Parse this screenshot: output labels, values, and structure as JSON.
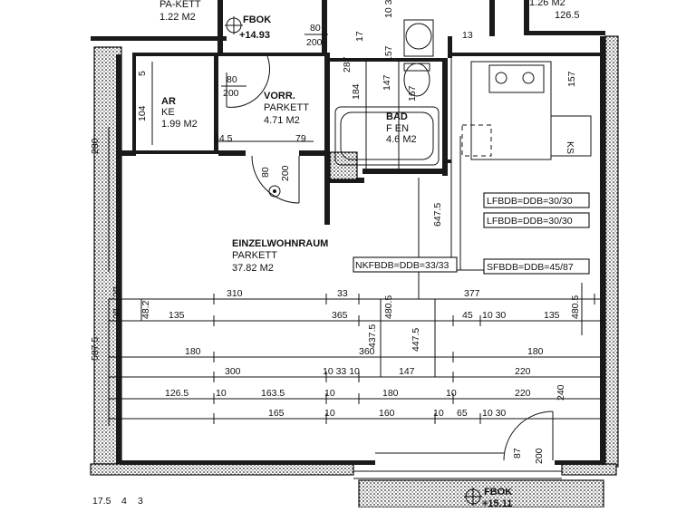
{
  "rooms": {
    "top_left": {
      "floor": "PA-KETT",
      "area": "1.22 M2"
    },
    "top_right": {
      "area1": "1.26 M2",
      "area2": "126.5"
    },
    "ar": {
      "name": "AR",
      "floor": "KE",
      "area": "1.99 M2"
    },
    "vorr": {
      "name": "VORR.",
      "floor": "PARKETT",
      "area": "4.71 M2"
    },
    "bad": {
      "name": "BAD",
      "floor": "F   EN",
      "area": "4.6 M2"
    },
    "living": {
      "name": "EINZELWOHNRAUM",
      "floor": "PARKETT",
      "area": "37.82 M2"
    }
  },
  "levels": {
    "top": {
      "label": "FBOK",
      "value": "+14.93"
    },
    "bottom": {
      "label": "FBOK",
      "value": "+15.11"
    }
  },
  "doors": [
    {
      "w": "80",
      "h": "200"
    },
    {
      "w": "80",
      "h": "200"
    },
    {
      "w": "80",
      "h": "200"
    },
    {
      "w": "87",
      "h": "200"
    }
  ],
  "labels": {
    "l1": "LFBDB=DDB=30/30",
    "l2": "LFBDB=DDB=30/30",
    "nk": "NKFBDB=DDB=33/33",
    "s": "SFBDB=DDB=45/87",
    "ks": "KS"
  },
  "dims": {
    "d_280": "280",
    "d_587": "587.5",
    "d_104": "104",
    "d_5": "5",
    "d_84": "84.5",
    "d_79": "79",
    "d_287": "287",
    "d_184": "184",
    "d_147a": "147",
    "d_157": "157",
    "d_167": "167",
    "d_157b": "157",
    "d_1030a": "10 30",
    "d_17": "17",
    "d_13": "13",
    "d_6475": "647.5",
    "d_4375": "437.5",
    "d_4805a": "480.5",
    "d_4475": "447.5",
    "d_4805b": "480.5",
    "d_30": "30",
    "d_482": "48.2",
    "d_30b": "30",
    "row1": [
      "310",
      "33",
      "377"
    ],
    "row2": [
      "135",
      "365",
      "45",
      "10 30",
      "135"
    ],
    "row3": [
      "180",
      "360",
      "180"
    ],
    "row4": [
      "300",
      "10 33 10",
      "147",
      "220"
    ],
    "row5": [
      "126.5",
      "10",
      "163.5",
      "10",
      "180",
      "10",
      "220",
      "240"
    ],
    "row6": [
      "165",
      "10",
      "160",
      "10",
      "65",
      "10 30"
    ],
    "bottom": [
      "17.5",
      "4",
      "3"
    ]
  }
}
